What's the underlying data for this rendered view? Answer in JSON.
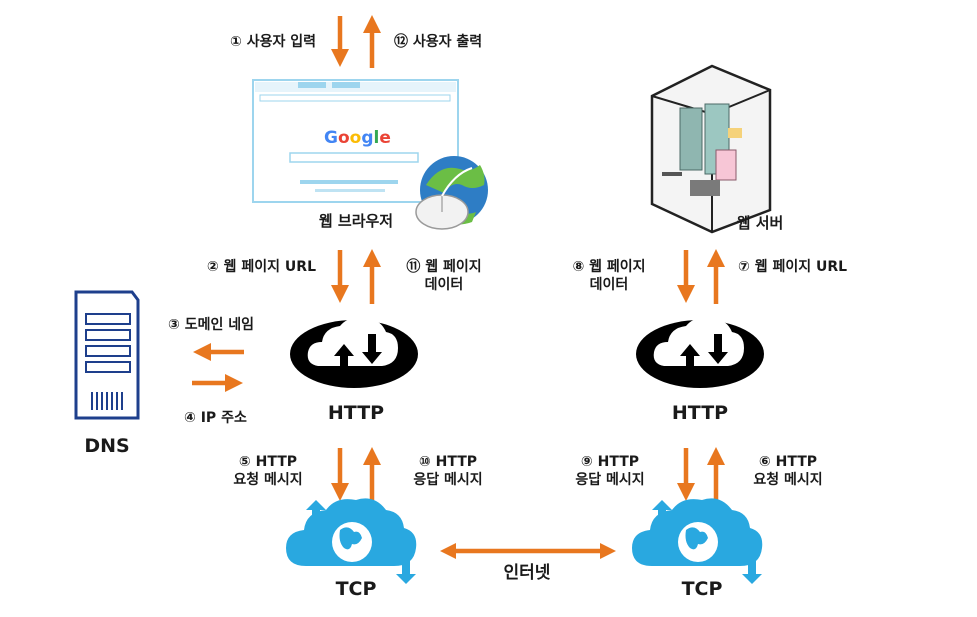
{
  "colors": {
    "arrow": "#E8771F",
    "cloud_blue": "#29A8E0",
    "dns_blue": "#1E3F8C",
    "browser_border": "#9DD5EE"
  },
  "steps": {
    "s1": "① 사용자 입력",
    "s12": "⑫ 사용자 출력",
    "s2": "② 웹 페이지 URL",
    "s11_line1": "⑪ 웹 페이지",
    "s11_line2": "데이터",
    "s3": "③ 도메인 네임",
    "s4": "④ IP 주소",
    "s5_line1": "⑤ HTTP",
    "s5_line2": "요청 메시지",
    "s10_line1": "⑩ HTTP",
    "s10_line2": "응답 메시지",
    "s8_line1": "⑧ 웹 페이지",
    "s8_line2": "데이터",
    "s7": "⑦ 웹 페이지 URL",
    "s9_line1": "⑨ HTTP",
    "s9_line2": "응답 메시지",
    "s6_line1": "⑥ HTTP",
    "s6_line2": "요청 메시지"
  },
  "nodes": {
    "browser": "웹 브라우저",
    "server": "웹 서버",
    "dns": "DNS",
    "http_left": "HTTP",
    "http_right": "HTTP",
    "tcp_left": "TCP",
    "tcp_right": "TCP",
    "internet": "인터넷"
  },
  "browser_logo": "Google"
}
